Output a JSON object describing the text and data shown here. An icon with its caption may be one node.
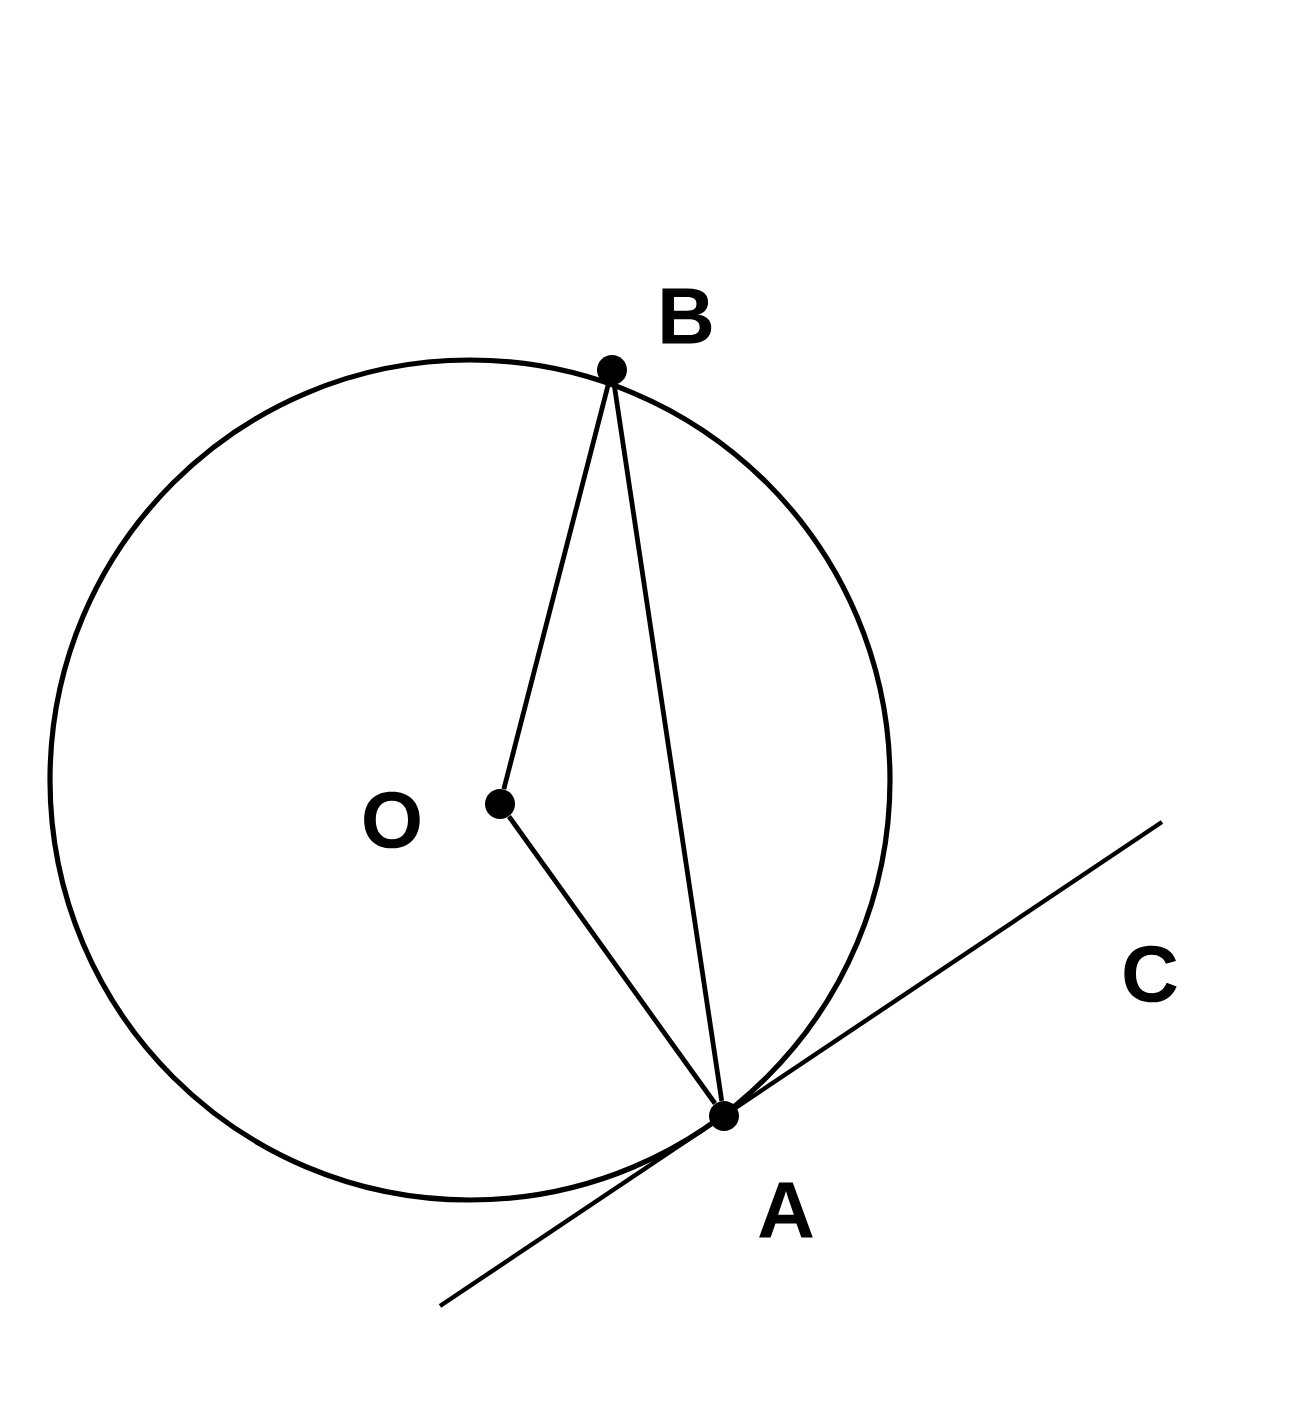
{
  "diagram": {
    "nodes": [
      {
        "text": [
          "B"
        ]
      },
      {
        "text": [
          "O"
        ]
      },
      {
        "text": [
          "A"
        ]
      }
    ],
    "edges": [
      {
        "from": 1,
        "to": 0,
        "arrow": "none"
      },
      {
        "from": 1,
        "to": 2,
        "arrow": "none"
      },
      {
        "from": 0,
        "to": 2,
        "arrow": "none"
      }
    ],
    "labels": [
      "C"
    ]
  }
}
